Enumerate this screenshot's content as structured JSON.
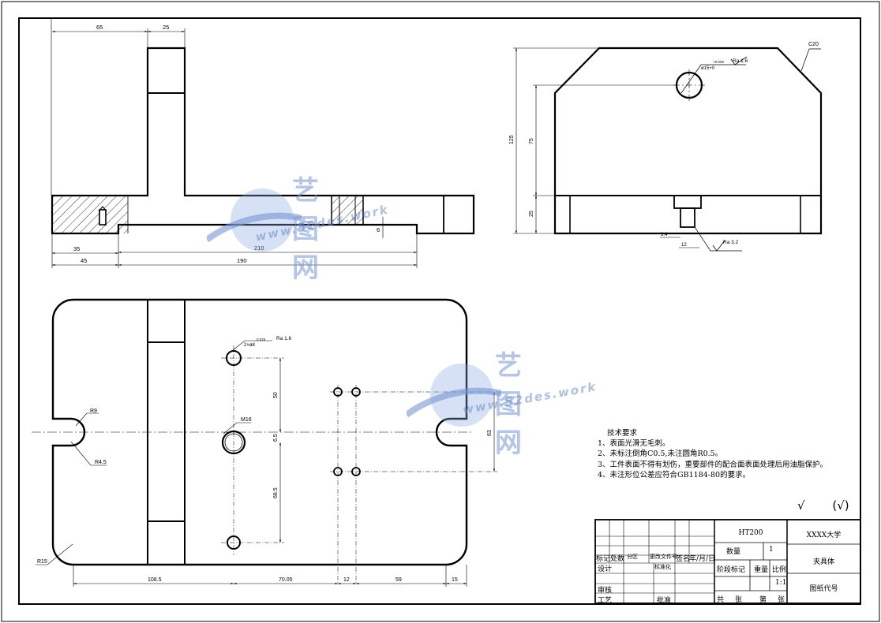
{
  "colors": {
    "line": "#000000",
    "watermark": "#7896d2",
    "hatch": "#000000"
  },
  "dims_front": {
    "d65": "65",
    "d25": "25",
    "d35": "35",
    "d45": "45",
    "d210": "210",
    "d190": "190",
    "d6": "6"
  },
  "dims_side": {
    "c20": "C20",
    "d125": "125",
    "d75": "75",
    "d25": "25",
    "hole_dia": "ø15+0",
    "hole_tol": "+0.025",
    "ra_hole": "Ra 1.6",
    "d3": "3.4",
    "d12": "12",
    "ra_bottom": "Ra 3.2"
  },
  "dims_top": {
    "hole2": "2×ø8",
    "hole2_tol": "0.025",
    "ra_top": "Ra 1.6",
    "r9": "R9",
    "r45": "R4.5",
    "m16": "M16",
    "r15": "R15",
    "d50": "50",
    "d65": "6.5",
    "d685": "68.5",
    "d63": "63",
    "d1085": "108.5",
    "d7005": "70.05",
    "d12": "12",
    "d59": "59",
    "d15": "15"
  },
  "notes": {
    "title": "技术要求",
    "items": [
      "1、表面光滑无毛刺。",
      "2、未标注倒角C0.5,未注圆角R0.5。",
      "3、工件表面不得有划伤，重要部件的配合面表面处理后用油脂保护。",
      "4、未注形位公差应符合GB1184-80的要求。"
    ]
  },
  "roughness": {
    "mark": "√",
    "others": "(√)"
  },
  "title_block": {
    "material": "HT200",
    "school": "XXXX大学",
    "part_name": "夹具体",
    "qty_label": "数量",
    "qty_value": "1",
    "stage_label": "阶段标记",
    "weight_label": "重量",
    "scale_label": "比例",
    "scale_value": "1:1",
    "drawing_no": "图纸代号",
    "row_labels": [
      "标记",
      "处数",
      "分区",
      "更改文件号",
      "签名",
      "年/月/日"
    ],
    "design": "设计",
    "standard": "标准化",
    "review": "审核",
    "process": "工艺",
    "approve": "批准",
    "total": "共",
    "sheet_unit": "张",
    "sheet_no": "第",
    "sheet_unit2": "张"
  },
  "watermark": {
    "cn": "艺图网",
    "url": "www.52des.work"
  }
}
